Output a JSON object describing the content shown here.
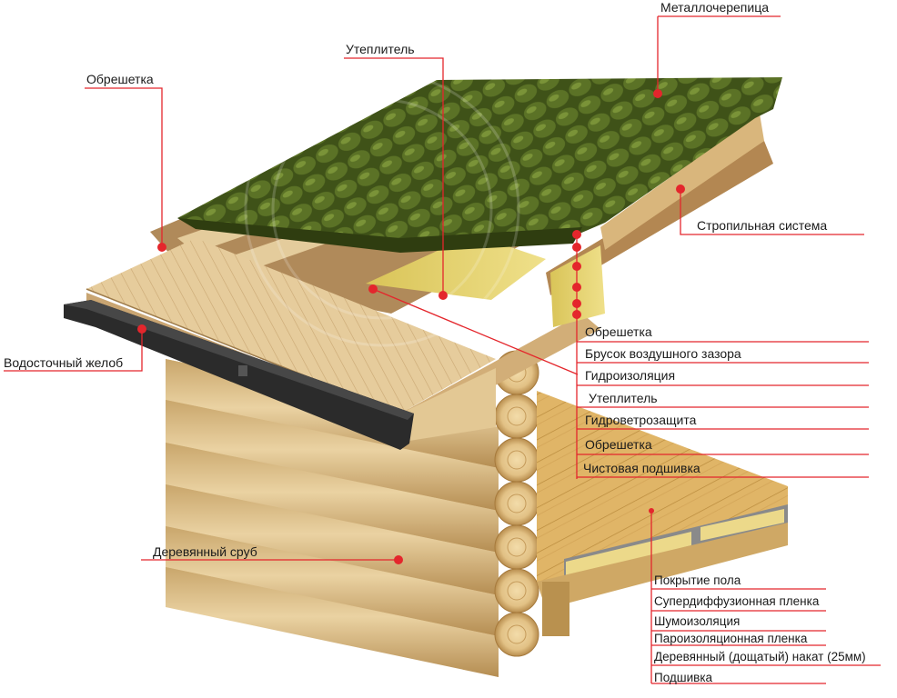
{
  "colors": {
    "leader": "#e4262c",
    "dot": "#e4262c",
    "roof_tile": "#4a5e1e",
    "wood": "#e2c592",
    "log": "#d9bb84",
    "insulation": "#e8d66a",
    "gutter": "#2b2b2b"
  },
  "icons": [
    "callout-dot"
  ],
  "labels": {
    "metal_tile": "Металлочерепица",
    "insulation_top": "Утеплитель",
    "lathing_top": "Обрешетка",
    "rafter_system": "Стропильная система",
    "gutter": "Водосточный желоб",
    "log_house": "Деревянный сруб"
  },
  "roof_layers": [
    "Обрешетка",
    "Брусок воздушного зазора",
    "Гидроизоляция",
    "Утеплитель",
    "Гидроветрозащита",
    "Обрешетка",
    "Чистовая подшивка"
  ],
  "floor_layers": [
    "Покрытие пола",
    "Супердиффузионная пленка",
    "Шумоизоляция",
    "Пароизоляционная пленка",
    "Деревянный (дощатый) накат (25мм)",
    "Подшивка"
  ]
}
